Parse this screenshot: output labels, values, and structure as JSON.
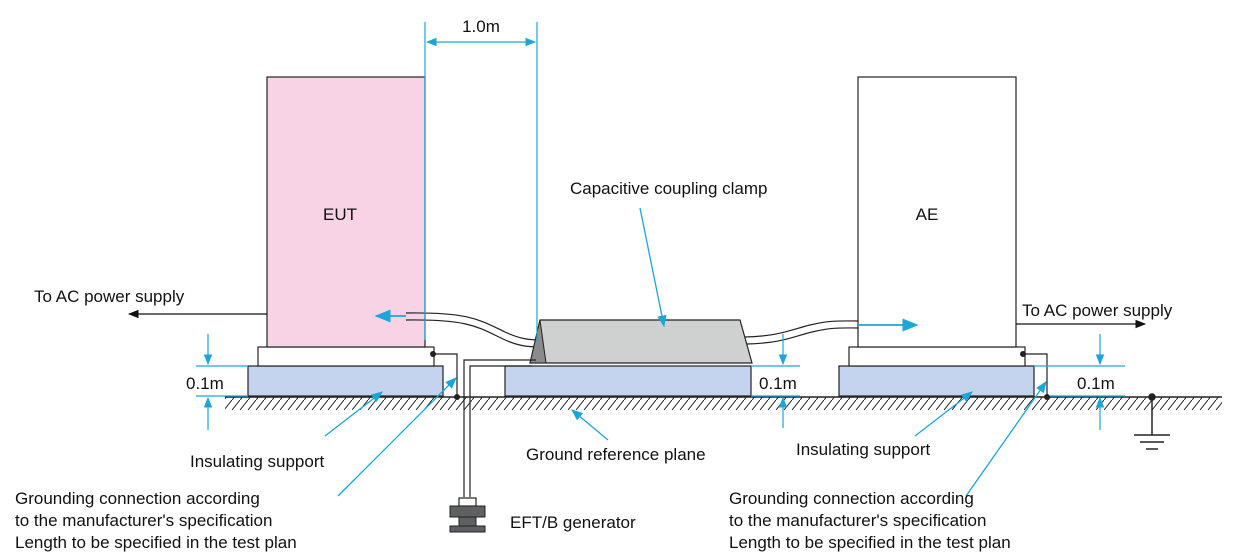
{
  "labels": {
    "dim_top": "1.0m",
    "eut": "EUT",
    "ae": "AE",
    "clamp": "Capacitive coupling clamp",
    "ac_left": "To AC power supply",
    "ac_right": "To AC power supply",
    "height_left": "0.1m",
    "height_mid": "0.1m",
    "height_right": "0.1m",
    "insulating_left": "Insulating support",
    "insulating_right": "Insulating support",
    "ground_plane": "Ground reference plane",
    "generator": "EFT/B generator",
    "grounding_left": [
      "Grounding connection according",
      "to the manufacturer's specification",
      "Length to be specified in the test plan"
    ],
    "grounding_right": [
      "Grounding connection according",
      "to the manufacturer's specification",
      "Length to be specified in the test plan"
    ]
  },
  "colors": {
    "eut_fill": "#f8d3e6",
    "support_fill": "#c4d3ee",
    "clamp_fill": "#cfd0d0",
    "callout": "#1aa6d9",
    "generator_fill": "#5f6061"
  }
}
